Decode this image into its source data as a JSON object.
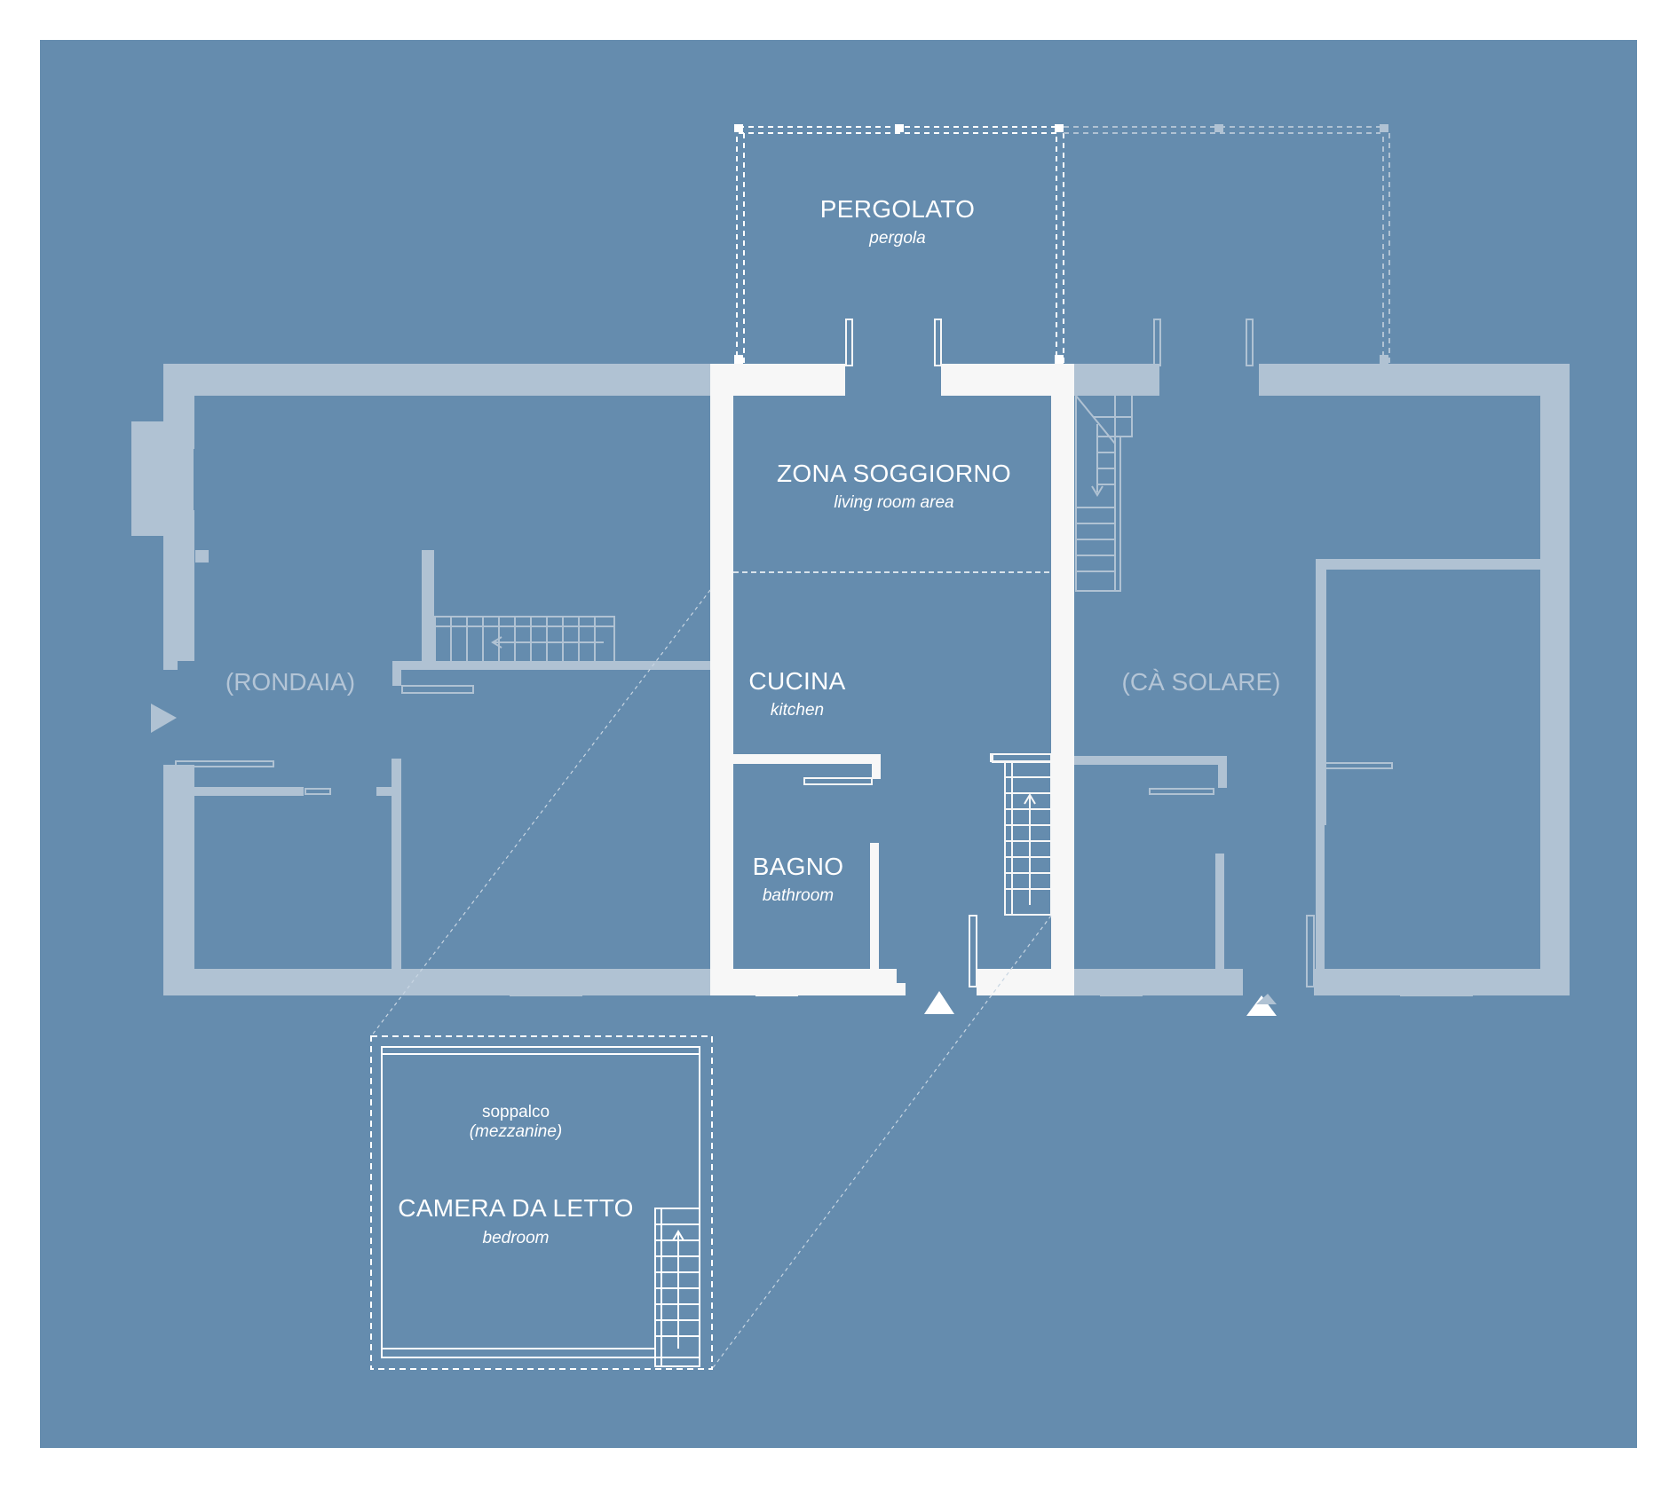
{
  "colors": {
    "background": "#658cae",
    "wall_ghost": "#b0c2d3",
    "wall_main": "#f7f7f7",
    "outer_frame": "#ffffff"
  },
  "rooms": {
    "pergolato": {
      "title": "PERGOLATO",
      "subtitle": "pergola"
    },
    "zona_soggiorno": {
      "title": "ZONA SOGGIORNO",
      "subtitle": "living room area"
    },
    "cucina": {
      "title": "CUCINA",
      "subtitle": "kitchen"
    },
    "bagno": {
      "title": "BAGNO",
      "subtitle": "bathroom"
    },
    "rondaia": {
      "title": "(RONDAIA)"
    },
    "ca_solare": {
      "title": "(CÀ SOLARE)"
    },
    "soppalco": {
      "title": "soppalco",
      "subtitle": "(mezzanine)"
    },
    "camera": {
      "title": "CAMERA DA LETTO",
      "subtitle": "bedroom"
    }
  },
  "icons": [
    "entrance-arrow-icon",
    "entrance-triangle-icon",
    "staircase-icon"
  ]
}
